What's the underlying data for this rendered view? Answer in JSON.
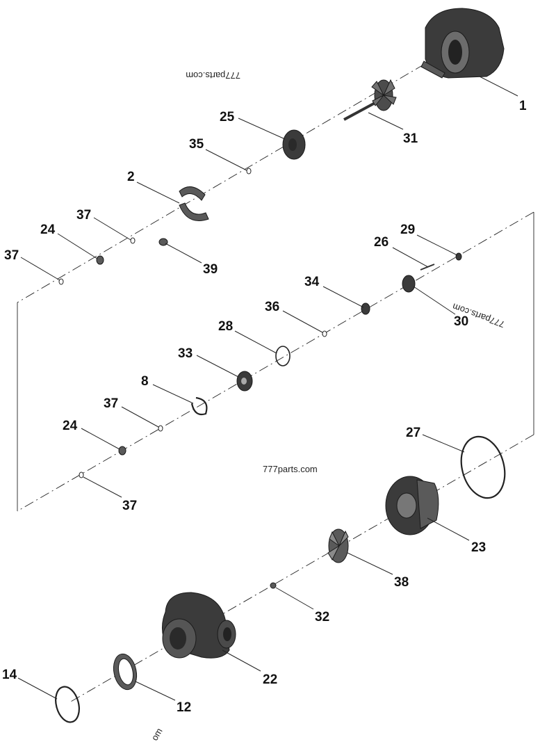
{
  "diagram": {
    "watermarks": [
      "777parts.com",
      "777parts.com",
      "777parts.com",
      "om"
    ],
    "callouts": {
      "c1": "1",
      "c31": "31",
      "c25": "25",
      "c35": "35",
      "c2": "2",
      "c37a": "37",
      "c24a": "24",
      "c37b": "37",
      "c39": "39",
      "c29": "29",
      "c26": "26",
      "c34": "34",
      "c30": "30",
      "c36": "36",
      "c28": "28",
      "c33": "33",
      "c8": "8",
      "c37c": "37",
      "c24b": "24",
      "c37d": "37",
      "c27": "27",
      "c23": "23",
      "c38": "38",
      "c32": "32",
      "c22": "22",
      "c14": "14",
      "c12": "12"
    }
  }
}
